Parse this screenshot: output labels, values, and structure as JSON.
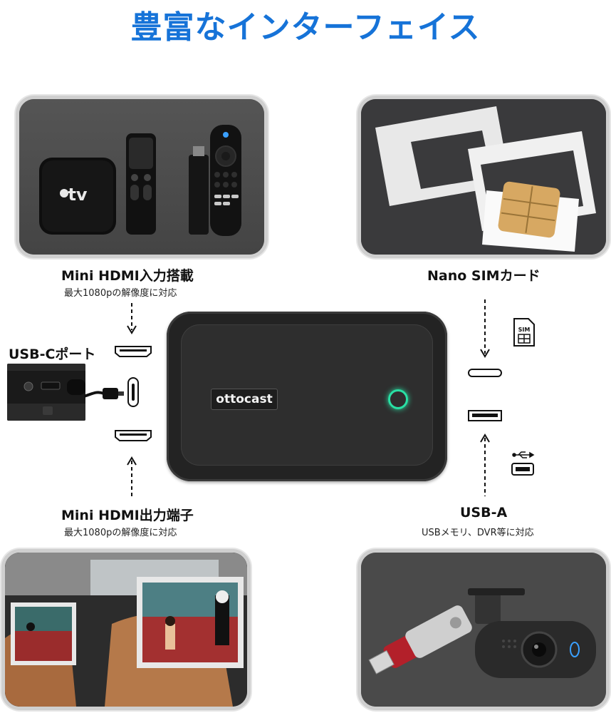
{
  "title": "豊富なインターフェイス",
  "labels": {
    "hdmi_in": {
      "main": "Mini HDMI入力搭載",
      "sub": "最大1080pの解像度に対応"
    },
    "sim": {
      "main": "Nano SIMカード"
    },
    "usbc": {
      "main": "USB-Cポート"
    },
    "hdmi_out": {
      "main": "Mini HDMI出力端子",
      "sub": "最大1080pの解像度に対応"
    },
    "usba": {
      "main": "USB-A",
      "sub": "USBメモリ、DVR等に対応"
    }
  },
  "device": {
    "brand": "ottocast",
    "led_color": "#29e0a4"
  },
  "tv_panel": {
    "apple_tv_text": "tv"
  },
  "sim_icon_text": "SIM",
  "colors": {
    "title": "#1673d8",
    "led": "#29e0a4"
  }
}
